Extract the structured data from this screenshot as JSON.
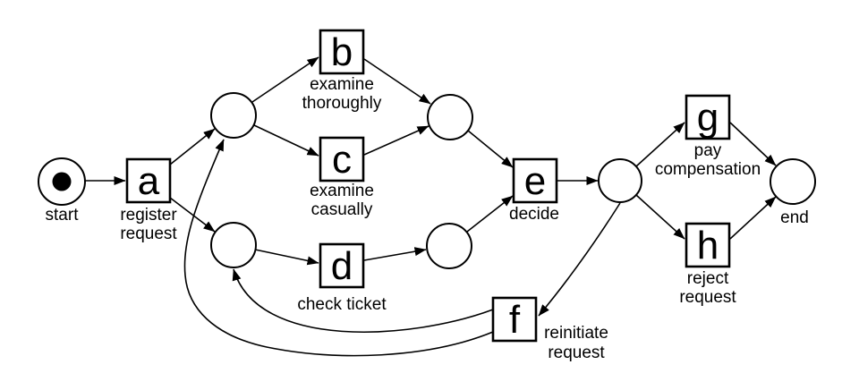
{
  "diagram": {
    "kind": "petri-net",
    "background_color": "#ffffff",
    "ink_color": "#000000",
    "places": [
      {
        "id": "start",
        "label": "start",
        "marked": true,
        "tokens": 1
      },
      {
        "id": "p1",
        "label": ""
      },
      {
        "id": "p2",
        "label": ""
      },
      {
        "id": "p3",
        "label": ""
      },
      {
        "id": "p4",
        "label": ""
      },
      {
        "id": "p5",
        "label": ""
      },
      {
        "id": "end",
        "label": "end",
        "marked": false,
        "tokens": 0
      }
    ],
    "transitions": [
      {
        "id": "a",
        "name": "register request",
        "name_lines": [
          "register",
          "request"
        ]
      },
      {
        "id": "b",
        "name": "examine thoroughly",
        "name_lines": [
          "examine",
          "thoroughly"
        ]
      },
      {
        "id": "c",
        "name": "examine casually",
        "name_lines": [
          "examine",
          "casually"
        ]
      },
      {
        "id": "d",
        "name": "check ticket",
        "name_lines": [
          "check ticket"
        ]
      },
      {
        "id": "e",
        "name": "decide",
        "name_lines": [
          "decide"
        ]
      },
      {
        "id": "f",
        "name": "reinitiate request",
        "name_lines": [
          "reinitiate",
          "request"
        ]
      },
      {
        "id": "g",
        "name": "pay compensation",
        "name_lines": [
          "pay",
          "compensation"
        ]
      },
      {
        "id": "h",
        "name": "reject request",
        "name_lines": [
          "reject",
          "request"
        ]
      }
    ],
    "arcs": [
      {
        "from": "start",
        "to": "a"
      },
      {
        "from": "a",
        "to": "p1"
      },
      {
        "from": "a",
        "to": "p2"
      },
      {
        "from": "p1",
        "to": "b"
      },
      {
        "from": "p1",
        "to": "c"
      },
      {
        "from": "b",
        "to": "p3"
      },
      {
        "from": "c",
        "to": "p3"
      },
      {
        "from": "p2",
        "to": "d"
      },
      {
        "from": "d",
        "to": "p4"
      },
      {
        "from": "p3",
        "to": "e"
      },
      {
        "from": "p4",
        "to": "e"
      },
      {
        "from": "e",
        "to": "p5"
      },
      {
        "from": "p5",
        "to": "g"
      },
      {
        "from": "p5",
        "to": "h"
      },
      {
        "from": "p5",
        "to": "f",
        "curved": true
      },
      {
        "from": "f",
        "to": "p2",
        "curved": true
      },
      {
        "from": "f",
        "to": "p1",
        "curved": true
      },
      {
        "from": "g",
        "to": "end"
      },
      {
        "from": "h",
        "to": "end"
      }
    ]
  }
}
